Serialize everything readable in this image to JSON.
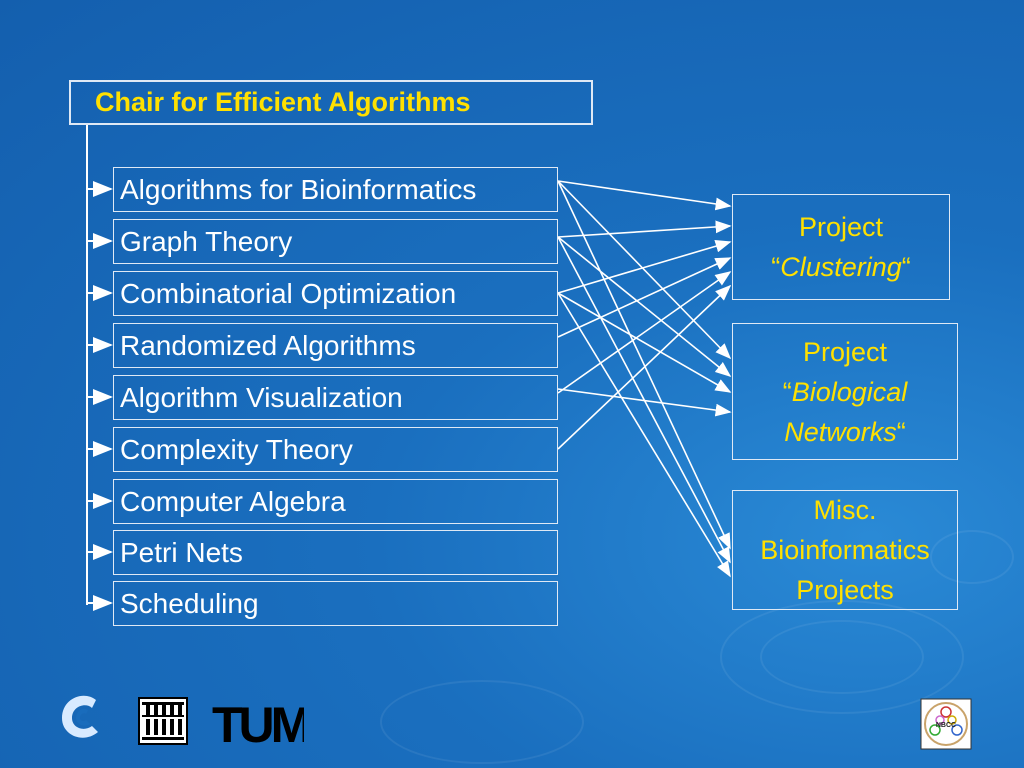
{
  "title": "Chair for Efficient Algorithms",
  "items": [
    "Algorithms for Bioinformatics",
    "Graph Theory",
    "Combinatorial Optimization",
    "Randomized Algorithms",
    "Algorithm Visualization",
    "Complexity Theory",
    "Computer Algebra",
    "Petri Nets",
    "Scheduling"
  ],
  "projects": {
    "clustering": {
      "line1": "Project",
      "open_quote": "“",
      "name": "Clustering",
      "close_quote": "“"
    },
    "bio_networks": {
      "line1": "Project",
      "open_quote": "“",
      "name_a": "Biological",
      "name_b": "Networks",
      "close_quote": "“"
    },
    "misc": {
      "line1": "Misc.",
      "line2": "Bioinformatics",
      "line3": "Projects"
    }
  },
  "logos": {
    "tum": "TUM",
    "seal": "NBCC"
  },
  "colors": {
    "title": "#ffe000",
    "project_text": "#ffe000",
    "item_text": "#ffffff",
    "background": "#1a6fbf"
  },
  "connections": [
    [
      "Algorithms for Bioinformatics",
      "clustering"
    ],
    [
      "Algorithms for Bioinformatics",
      "bio_networks"
    ],
    [
      "Algorithms for Bioinformatics",
      "misc"
    ],
    [
      "Graph Theory",
      "clustering"
    ],
    [
      "Graph Theory",
      "bio_networks"
    ],
    [
      "Graph Theory",
      "misc"
    ],
    [
      "Combinatorial Optimization",
      "clustering"
    ],
    [
      "Combinatorial Optimization",
      "bio_networks"
    ],
    [
      "Combinatorial Optimization",
      "misc"
    ],
    [
      "Randomized Algorithms",
      "clustering"
    ],
    [
      "Algorithm Visualization",
      "clustering"
    ],
    [
      "Algorithm Visualization",
      "bio_networks"
    ],
    [
      "Complexity Theory",
      "clustering"
    ]
  ]
}
